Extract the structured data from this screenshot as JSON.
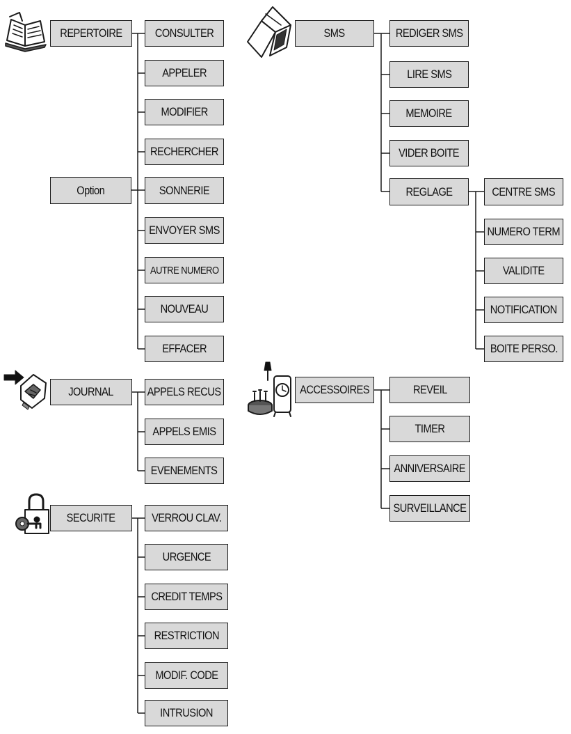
{
  "sections": {
    "repertoire": {
      "label": "REPERTOIRE",
      "items": [
        "CONSULTER",
        "APPELER",
        "MODIFIER",
        "RECHERCHER",
        "SONNERIE",
        "ENVOYER SMS",
        "AUTRE NUMERO",
        "NOUVEAU",
        "EFFACER"
      ],
      "option_label": "Option",
      "icon": "open-book-icon"
    },
    "journal": {
      "label": "JOURNAL",
      "items": [
        "APPELS RECUS",
        "APPELS EMIS",
        "EVENEMENTS"
      ],
      "icon": "incoming-call-phone-icon"
    },
    "securite": {
      "label": "SECURITE",
      "items": [
        "VERROU CLAV.",
        "URGENCE",
        "CREDIT TEMPS",
        "RESTRICTION",
        "MODIF. CODE",
        "INTRUSION"
      ],
      "icon": "padlock-key-icon"
    },
    "sms": {
      "label": "SMS",
      "items": [
        "REDIGER SMS",
        "LIRE SMS",
        "MEMOIRE",
        "VIDER BOITE",
        "REGLAGE"
      ],
      "reglage_items": [
        "CENTRE SMS",
        "NUMERO TERM",
        "VALIDITE",
        "NOTIFICATION",
        "BOITE PERSO."
      ],
      "icon": "envelope-letters-icon"
    },
    "accessoires": {
      "label": "ACCESSOIRES",
      "items": [
        "REVEIL",
        "TIMER",
        "ANNIVERSAIRE",
        "SURVEILLANCE"
      ],
      "icon": "clock-cake-icon"
    }
  },
  "colors": {
    "box_fill": "#d9d9d9",
    "line": "#1a1a1a",
    "background": "#ffffff"
  }
}
